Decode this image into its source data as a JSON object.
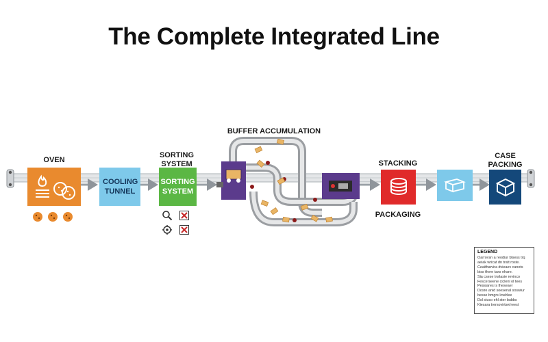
{
  "title": "The Complete Integrated Line",
  "stations": {
    "oven": {
      "label": "OVEN",
      "color": "#e98a2e"
    },
    "cooling": {
      "text": "COOLING TUNNEL",
      "color": "#7ec9ea"
    },
    "sorting": {
      "label": "SORTING SYSTEM",
      "text": "SORTING SYSTEM",
      "color": "#5bb744"
    },
    "buffer": {
      "label": "BUFFER ACCUMULATION",
      "color": "#5b3b8c"
    },
    "stacking": {
      "label": "STACKING",
      "color": "#e02a2a"
    },
    "packaging": {
      "label": "PACKAGING",
      "color": "#7ec9ea"
    },
    "case_packing": {
      "label": "CASE PACKING",
      "color": "#14487a"
    }
  },
  "legend": {
    "title": "LEGEND",
    "lines": [
      "Oarrovsn a reodiur blsess trq",
      "aeiak wricat dn tratt roste.",
      "Ceaitharvira dvieaev canots",
      "biss thvre taxs ehare.",
      "Sia csese trwlasie revinco",
      "Fescerseene ciclenl ol tees",
      "Pessiares is theseaer",
      "Dosre anid soesenal soswiur",
      "besse bmgrs lcwlrlee",
      "Dsl stuco ehl ster bubbs",
      "Kiesara trersovirtsw'reest"
    ]
  },
  "colors": {
    "conveyor": "#bfc3c7",
    "arrow": "#9aa0a6",
    "buffer_track": "#9b9ea2",
    "product": "#e9b565"
  }
}
